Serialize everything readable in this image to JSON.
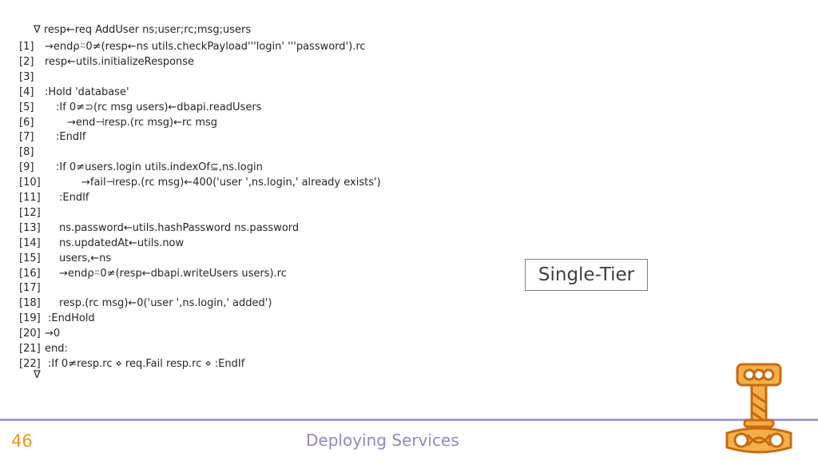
{
  "code": {
    "header": "∇ resp←req AddUser ns;user;rc;msg;users",
    "footer": "∇",
    "lines": [
      {
        "num": "[1]",
        "text": "→endρ⍨0≠(resp←ns utils.checkPayload'''login' '''password').rc"
      },
      {
        "num": "[2]",
        "text": "resp←utils.initializeResponse"
      },
      {
        "num": "[3]",
        "text": ""
      },
      {
        "num": "[4]",
        "text": ":Hold 'database'"
      },
      {
        "num": "[5]",
        "text": ":If 0≠⊃(rc msg users)←dbapi.readUsers"
      },
      {
        "num": "[6]",
        "text": "→end⊣resp.(rc msg)←rc msg"
      },
      {
        "num": "[7]",
        "text": ":EndIf"
      },
      {
        "num": "[8]",
        "text": ""
      },
      {
        "num": "[9]",
        "text": ":If 0≠users.login utils.indexOf⊆,ns.login"
      },
      {
        "num": "[10]",
        "text": "→fail⊣resp.(rc msg)←400('user ',ns.login,' already exists')"
      },
      {
        "num": "[11]",
        "text": ":EndIf"
      },
      {
        "num": "[12]",
        "text": ""
      },
      {
        "num": "[13]",
        "text": "ns.password←utils.hashPassword ns.password"
      },
      {
        "num": "[14]",
        "text": "ns.updatedAt←utils.now"
      },
      {
        "num": "[15]",
        "text": "users,←ns"
      },
      {
        "num": "[16]",
        "text": "→endρ⍨0≠(resp←dbapi.writeUsers users).rc"
      },
      {
        "num": "[17]",
        "text": ""
      },
      {
        "num": "[18]",
        "text": "resp.(rc msg)←0('user ',ns.login,' added')"
      },
      {
        "num": "[19]",
        "text": ":EndHold"
      },
      {
        "num": "[20]",
        "text": "→0"
      },
      {
        "num": "[21]",
        "text": "end:"
      },
      {
        "num": "[22]",
        "text": ":If 0≠resp.rc ⋄ req.Fail resp.rc ⋄ :EndIf"
      }
    ]
  },
  "tag_label": "Single-Tier",
  "footer": {
    "slide_number": "46",
    "title": "Deploying Services"
  },
  "logo_icon": "thors-hammer-logo-icon",
  "colors": {
    "accent_orange": "#e59a1f",
    "footer_purple": "#9088c4",
    "rule_purple": "#a39bd2"
  }
}
